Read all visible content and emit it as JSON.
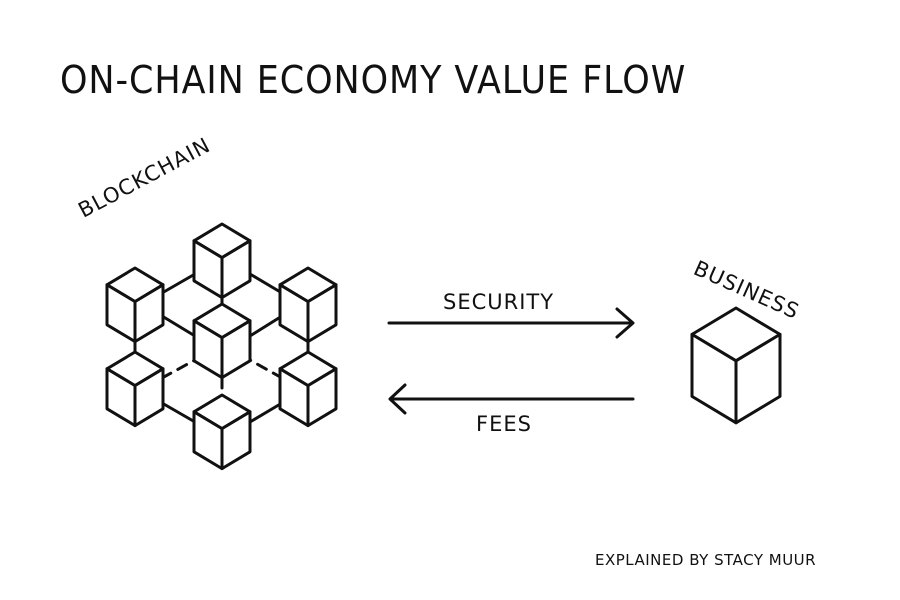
{
  "title": "ON-CHAIN ECONOMY VALUE FLOW",
  "nodes": {
    "blockchain": {
      "label": "BLOCKCHAIN",
      "icon": "blockchain-network-icon"
    },
    "business": {
      "label": "BUSINESS",
      "icon": "cube-icon"
    }
  },
  "flows": [
    {
      "label": "SECURITY",
      "from": "BLOCKCHAIN",
      "to": "BUSINESS"
    },
    {
      "label": "FEES",
      "from": "BUSINESS",
      "to": "BLOCKCHAIN"
    }
  ],
  "credit": "EXPLAINED BY STACY MUUR"
}
